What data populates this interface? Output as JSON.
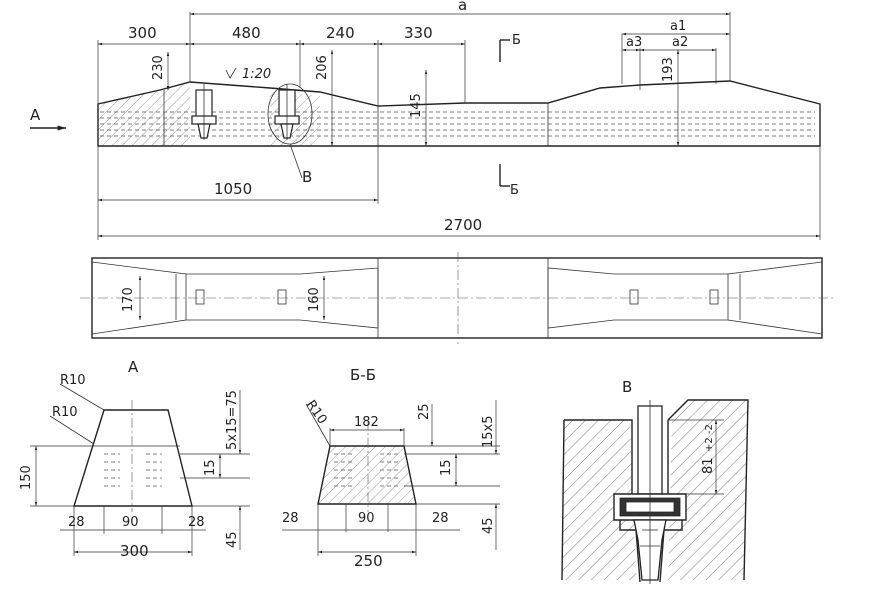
{
  "dims": {
    "a": "a",
    "a1": "a1",
    "a2": "a2",
    "a3": "a3",
    "d300": "300",
    "d480": "480",
    "d240": "240",
    "d330": "330",
    "d230": "230",
    "d206": "206",
    "d145": "145",
    "d193": "193",
    "d1050": "1050",
    "d2700": "2700",
    "d170": "170",
    "d160": "160",
    "slope": "1:20",
    "secA_R1": "R10",
    "secA_R2": "R10",
    "secA_75": "5x15=75",
    "secA_150": "150",
    "secA_15": "15",
    "secA_45": "45",
    "secA_28l": "28",
    "secA_90": "90",
    "secA_28r": "28",
    "secA_300": "300",
    "secB_R": "R10",
    "secB_182": "182",
    "secB_25": "25",
    "secB_15x5": "15x5",
    "secB_15": "15",
    "secB_45": "45",
    "secB_28l": "28",
    "secB_90": "90",
    "secB_28r": "28",
    "secB_250": "250",
    "secV_81": "81",
    "secV_tol": "+2\n-2"
  },
  "labels": {
    "view_a": "A",
    "cut_b_top": "Б",
    "cut_b_bottom": "Б",
    "detail_v": "В",
    "title_a": "А",
    "title_bb": "Б-Б",
    "title_v": "В"
  }
}
